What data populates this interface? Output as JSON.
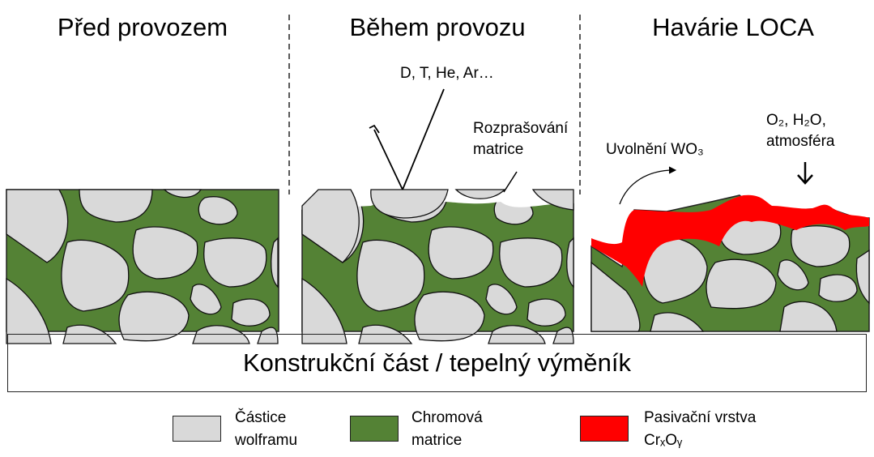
{
  "panels": [
    {
      "title": "Před provozem"
    },
    {
      "title": "Během provozu",
      "labels": {
        "particles": "D, T, He, Ar…",
        "sputter_line1": "Rozprašování",
        "sputter_line2": "matrice"
      }
    },
    {
      "title": "Havárie LOCA",
      "labels": {
        "release": "Uvolnění WO₃",
        "gas_line1": "O₂, H₂O,",
        "gas_line2": "atmosféra"
      }
    }
  ],
  "base": {
    "label": "Konstrukční část / tepelný výměník"
  },
  "legend": [
    {
      "line1": "Částice",
      "line2": "wolframu",
      "color": "#d9d9d9"
    },
    {
      "line1": "Chromová",
      "line2": "matrice",
      "color": "#548235"
    },
    {
      "line1": "Pasivační vrstva",
      "line2": "CrₓOᵧ",
      "color": "#ff0000"
    }
  ],
  "colors": {
    "tungsten": "#d9d9d9",
    "matrix": "#548235",
    "passivation": "#ff0000"
  }
}
